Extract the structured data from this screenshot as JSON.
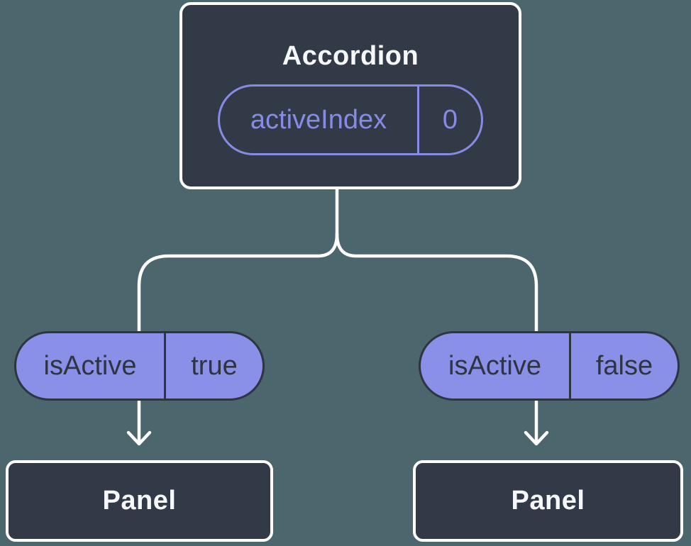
{
  "colors": {
    "background": "#4B666C",
    "node-fill": "#333A47",
    "node-border": "#FFFFFF",
    "node-text": "#F6F7F9",
    "pill-fill": "#8A90E8",
    "pill-outline": "#868CE5",
    "pill-dark": "#2E3440",
    "line": "#FFFFFF"
  },
  "tree": {
    "root": {
      "title": "Accordion",
      "state": {
        "name": "activeIndex",
        "value": "0"
      }
    },
    "branches": [
      {
        "prop": {
          "name": "isActive",
          "value": "true"
        },
        "child": {
          "title": "Panel"
        }
      },
      {
        "prop": {
          "name": "isActive",
          "value": "false"
        },
        "child": {
          "title": "Panel"
        }
      }
    ]
  }
}
